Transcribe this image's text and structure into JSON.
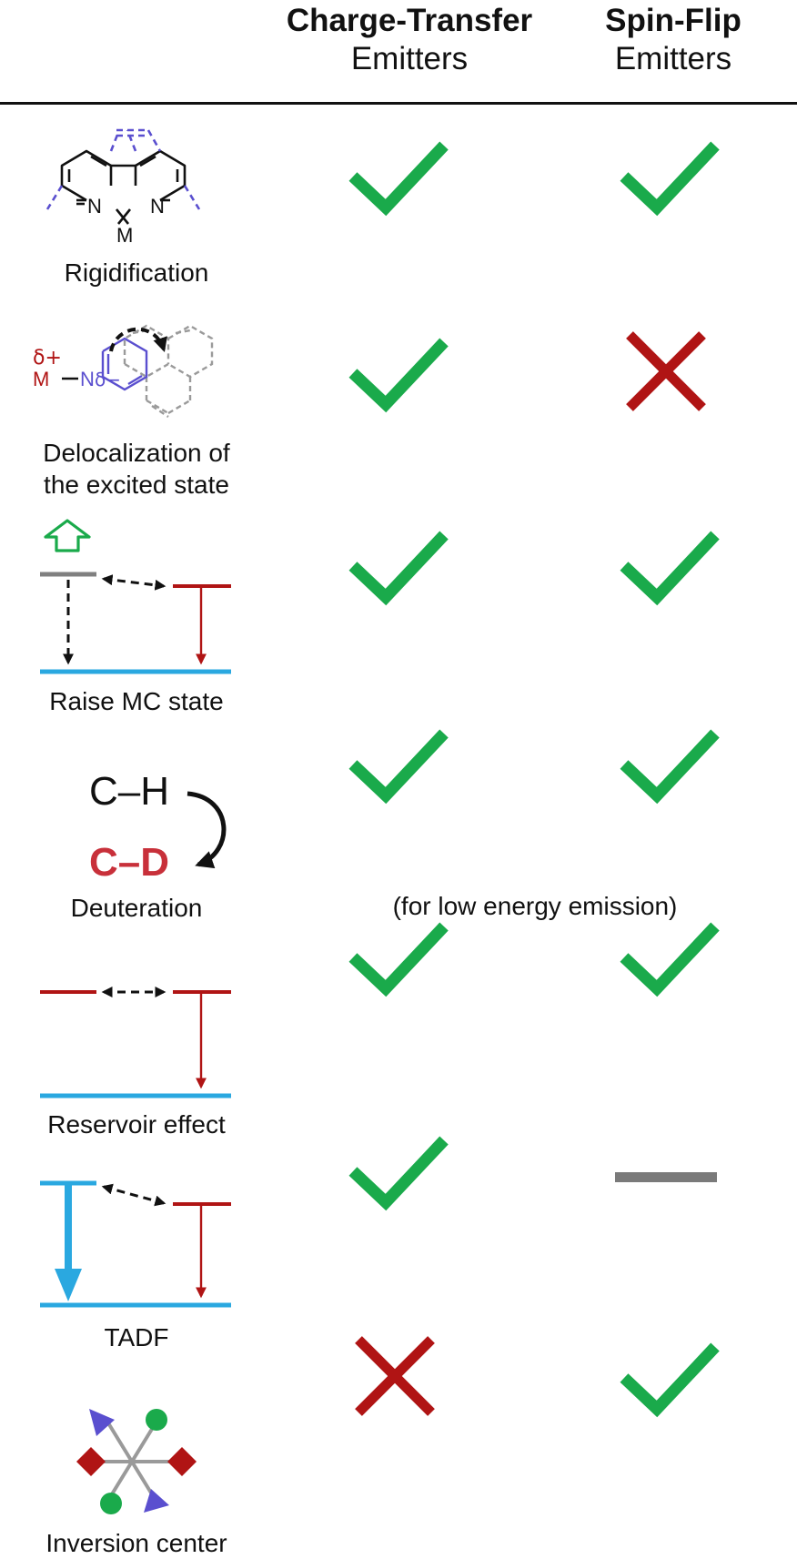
{
  "header": {
    "col1_title": "Charge-Transfer",
    "col1_sub": "Emitters",
    "col2_title": "Spin-Flip",
    "col2_sub": "Emitters"
  },
  "rows": [
    {
      "label": "Rigidification",
      "charge_transfer": "check",
      "spin_flip": "check"
    },
    {
      "label": "Delocalization of the excited state",
      "charge_transfer": "check",
      "spin_flip": "cross"
    },
    {
      "label": "Raise MC state",
      "charge_transfer": "check",
      "spin_flip": "check"
    },
    {
      "label": "Deuteration",
      "charge_transfer": "check",
      "spin_flip": "check",
      "note": "(for low energy emission)"
    },
    {
      "label": "Reservoir effect",
      "charge_transfer": "check",
      "spin_flip": "check"
    },
    {
      "label": "TADF",
      "charge_transfer": "check",
      "spin_flip": "dash"
    },
    {
      "label": "Inversion center",
      "charge_transfer": "cross",
      "spin_flip": "check"
    }
  ],
  "labels": {
    "row1": "Rigidification",
    "row2_line1": "Delocalization of",
    "row2_line2": "the excited state",
    "row3": "Raise MC state",
    "row4": "Deuteration",
    "row4_note": "(for low energy emission)",
    "row5": "Reservoir effect",
    "row6": "TADF",
    "row7": "Inversion center"
  },
  "structure_text": {
    "N": "N",
    "M": "M",
    "delta_plus": "δ+",
    "delta_minus": "δ−",
    "ch": "C–H",
    "cd": "C–D"
  },
  "colors": {
    "check": "#1aaa4b",
    "cross": "#b01414",
    "dash": "#7a7a7a",
    "blue_level": "#2aa8e0",
    "red_level": "#b01414",
    "gray_level": "#808080",
    "purple": "#5a4fcf",
    "struct_gray": "#9a9a9a",
    "cd_red": "#c8303a"
  }
}
